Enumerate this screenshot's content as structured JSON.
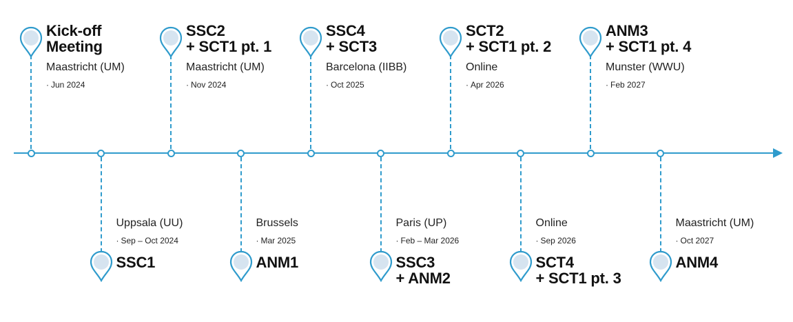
{
  "accent_color": "#2f9bcc",
  "pin_fill_color": "#d6e4f0",
  "events": [
    {
      "title_line1": "Kick-off",
      "title_line2": "Meeting",
      "location": "Maastricht (UM)",
      "date": "Jun 2024",
      "side": "top",
      "icon": "map-pin-icon"
    },
    {
      "title_line1": "SSC1",
      "title_line2": "",
      "location": "Uppsala (UU)",
      "date": "Sep – Oct 2024",
      "side": "bottom",
      "icon": "map-pin-icon"
    },
    {
      "title_line1": "SSC2",
      "title_line2": "+ SCT1 pt. 1",
      "location": "Maastricht (UM)",
      "date": "Nov 2024",
      "side": "top",
      "icon": "map-pin-icon"
    },
    {
      "title_line1": "ANM1",
      "title_line2": "",
      "location": "Brussels",
      "date": "Mar 2025",
      "side": "bottom",
      "icon": "map-pin-icon"
    },
    {
      "title_line1": "SSC4",
      "title_line2": "+ SCT3",
      "location": "Barcelona (IIBB)",
      "date": "Oct 2025",
      "side": "top",
      "icon": "map-pin-icon"
    },
    {
      "title_line1": "SSC3",
      "title_line2": "+ ANM2",
      "location": "Paris (UP)",
      "date": "Feb – Mar 2026",
      "side": "bottom",
      "icon": "map-pin-icon"
    },
    {
      "title_line1": "SCT2",
      "title_line2": "+ SCT1 pt. 2",
      "location": "Online",
      "date": "Apr 2026",
      "side": "top",
      "icon": "map-pin-icon"
    },
    {
      "title_line1": "SCT4",
      "title_line2": "+ SCT1 pt. 3",
      "location": "Online",
      "date": "Sep 2026",
      "side": "bottom",
      "icon": "map-pin-icon"
    },
    {
      "title_line1": "ANM3",
      "title_line2": "+ SCT1 pt. 4",
      "location": "Munster (WWU)",
      "date": "Feb 2027",
      "side": "top",
      "icon": "map-pin-icon"
    },
    {
      "title_line1": "ANM4",
      "title_line2": "",
      "location": "Maastricht (UM)",
      "date": "Oct 2027",
      "side": "bottom",
      "icon": "map-pin-icon"
    }
  ]
}
